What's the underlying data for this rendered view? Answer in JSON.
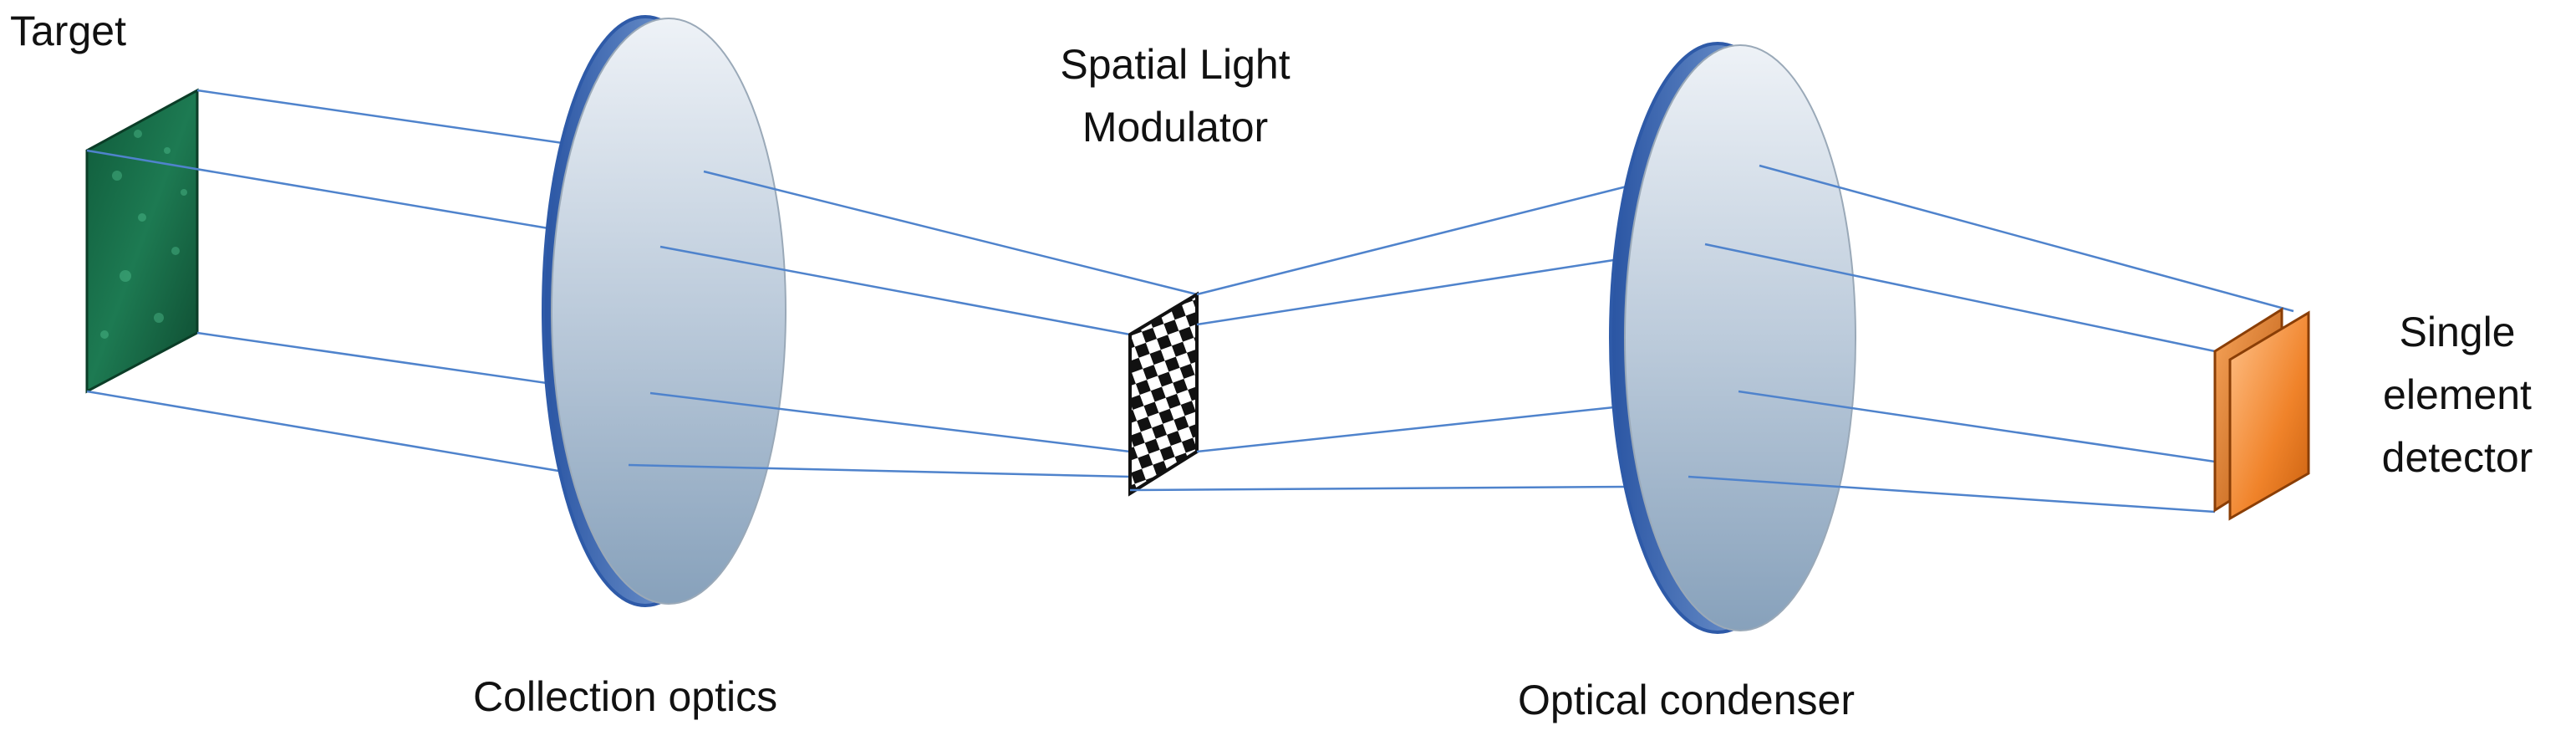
{
  "labels": {
    "target": "Target",
    "slm_line1": "Spatial Light",
    "slm_line2": "Modulator",
    "detector_line1": "Single",
    "detector_line2": "element",
    "detector_line3": "detector",
    "collection_optics": "Collection optics",
    "optical_condenser": "Optical condenser"
  },
  "colors": {
    "ray": "#4f83cc",
    "lens_rim": "#2e5aa8",
    "lens_face_top": "#eaeff5",
    "lens_face_bottom": "#8da6be",
    "target_green": "#1b6b4a",
    "detector_orange": "#f08a2c",
    "text": "#111111"
  }
}
